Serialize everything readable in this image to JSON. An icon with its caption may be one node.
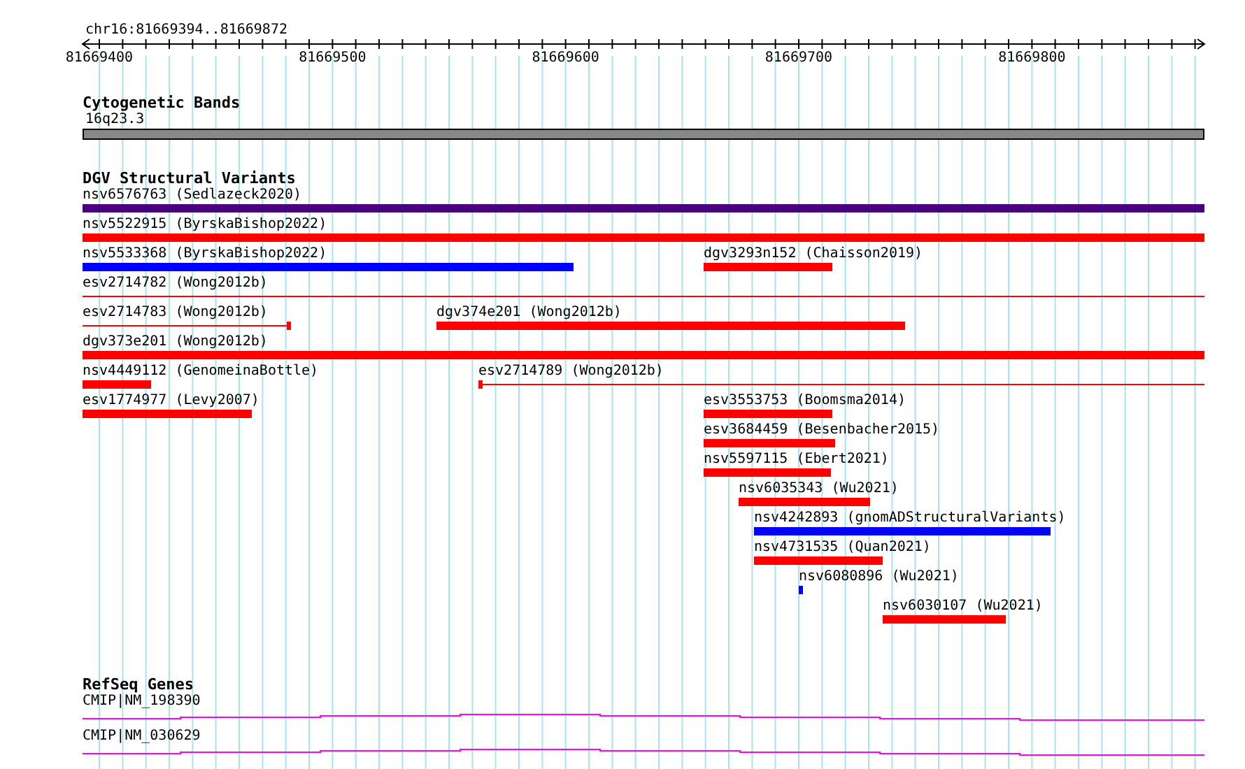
{
  "diagram": {
    "nodes": [
      {
        "text": [
          "16q23.3"
        ]
      },
      {
        "text": [
          "nsv6576763 (Sedlazeck2020)"
        ]
      },
      {
        "text": [
          "nsv5522915 (ByrskaBishop2022)"
        ]
      },
      {
        "text": [
          "nsv5533368 (ByrskaBishop2022)"
        ]
      },
      {
        "text": [
          "dgv3293n152 (Chaisson2019)"
        ]
      },
      {
        "text": [
          "esv2714782 (Wong2012b)"
        ]
      },
      {
        "text": [
          "esv2714783 (Wong2012b)"
        ]
      },
      {
        "text": [
          "dgv374e201 (Wong2012b)"
        ]
      },
      {
        "text": [
          "dgv373e201 (Wong2012b)"
        ]
      },
      {
        "text": [
          "nsv4449112 (GenomeinaBottle)"
        ]
      },
      {
        "text": [
          "esv2714789 (Wong2012b)"
        ]
      },
      {
        "text": [
          "esv1774977 (Levy2007)"
        ]
      },
      {
        "text": [
          "esv3553753 (Boomsma2014)"
        ]
      },
      {
        "text": [
          "esv3684459 (Besenbacher2015)"
        ]
      },
      {
        "text": [
          "nsv5597115 (Ebert2021)"
        ]
      },
      {
        "text": [
          "nsv6035343 (Wu2021)"
        ]
      },
      {
        "text": [
          "nsv4242893 (gnomADStructuralVariants)"
        ]
      },
      {
        "text": [
          "nsv4731535 (Quan2021)"
        ]
      },
      {
        "text": [
          "nsv6080896 (Wu2021)"
        ]
      },
      {
        "text": [
          "nsv6030107 (Wu2021)"
        ]
      },
      {
        "text": [
          "CMIP|NM_198390"
        ]
      },
      {
        "text": [
          "CMIP|NM_030629"
        ]
      }
    ],
    "labels": [
      "chr16:81669394..81669872",
      "81669400",
      "81669500",
      "81669600",
      "81669700",
      "81669800",
      "Cytogenetic Bands",
      "DGV Structural Variants",
      "RefSeq Genes"
    ]
  }
}
